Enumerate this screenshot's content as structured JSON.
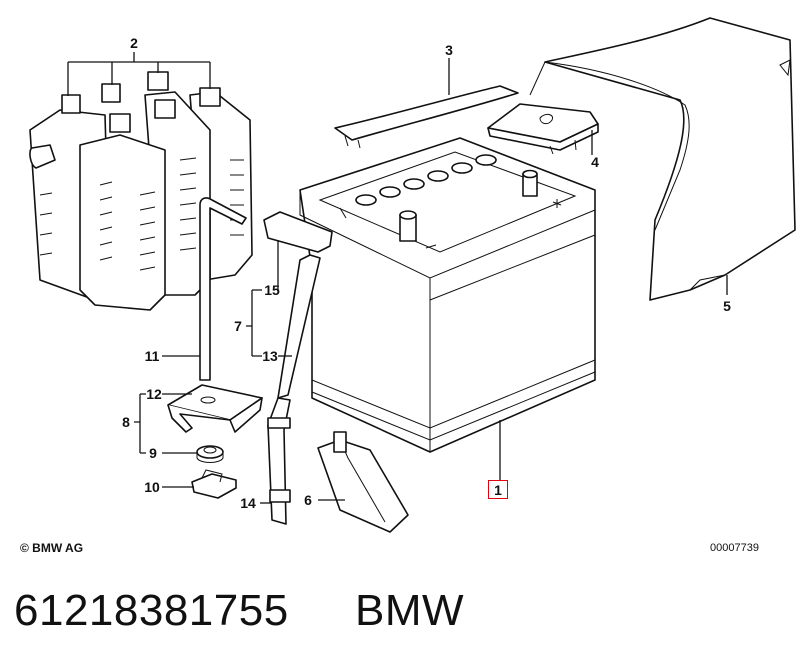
{
  "callouts": {
    "c1": "1",
    "c2": "2",
    "c3": "3",
    "c4": "4",
    "c5": "5",
    "c6": "6",
    "c7": "7",
    "c8": "8",
    "c9": "9",
    "c10": "10",
    "c11": "11",
    "c12": "12",
    "c13": "13",
    "c14": "14",
    "c15": "15"
  },
  "footer": {
    "copyright": "© BMW AG",
    "drawing_number": "00007739",
    "part_number": "61218381755",
    "brand": "BMW"
  },
  "colors": {
    "highlight": "#e2000f",
    "line": "#111111"
  }
}
